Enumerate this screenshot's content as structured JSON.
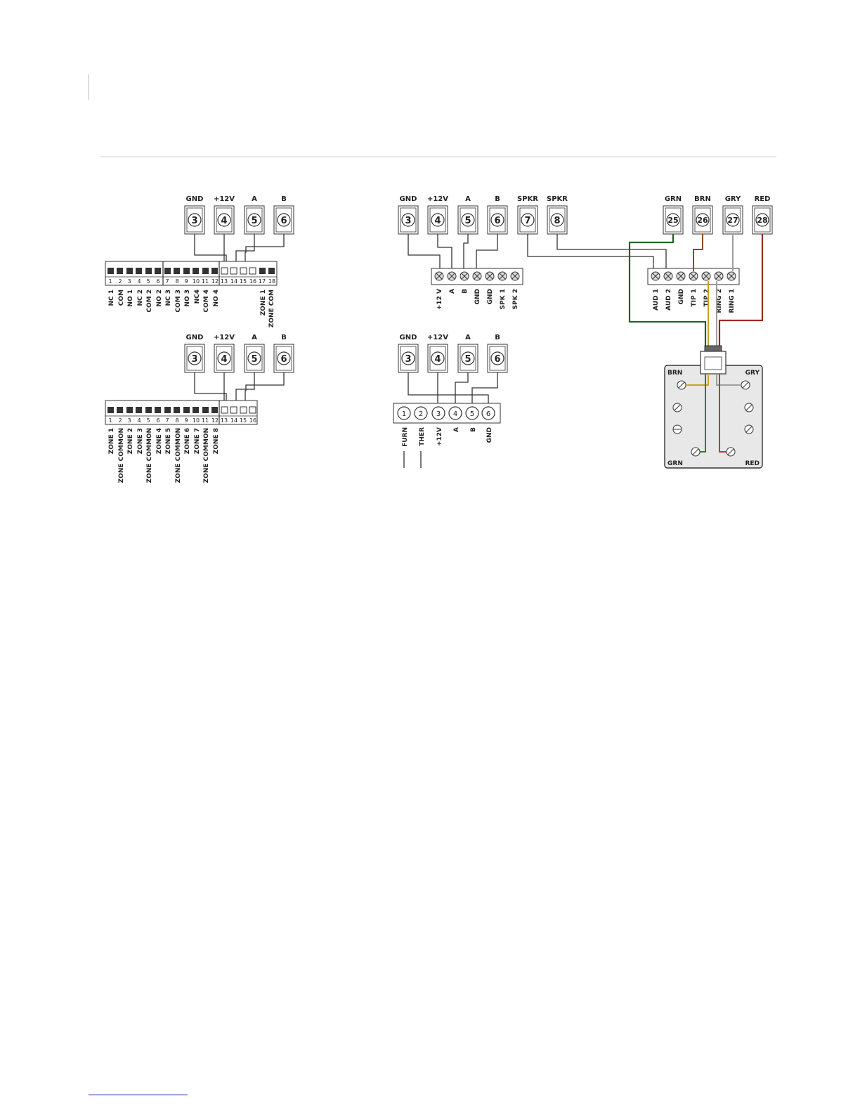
{
  "colors": {
    "wire": "#333333",
    "green": "#2e7d32",
    "brown": "#8d4a1e",
    "gray": "#9e9e9e",
    "red": "#d32f2f",
    "yellow": "#c9a227",
    "rule": "#c5cce0",
    "footer": "#3f51b5"
  },
  "top_left": {
    "panel_headers": [
      "GND",
      "+12V",
      "A",
      "B"
    ],
    "panel_numbers": [
      "3",
      "4",
      "5",
      "6"
    ],
    "strip_numbers": [
      "1",
      "2",
      "3",
      "4",
      "5",
      "6",
      "7",
      "8",
      "9",
      "10",
      "11",
      "12",
      "13",
      "14",
      "15",
      "16",
      "17",
      "18"
    ],
    "labels": [
      "NC 1",
      "COM",
      "NO 1",
      "NC 2",
      "COM 2",
      "NO 2",
      "NC 3",
      "COM 3",
      "NO 3",
      "NC4",
      "COM 4",
      "NO 4",
      "",
      "",
      "",
      "",
      "ZONE 1",
      "ZONE COM"
    ]
  },
  "bottom_left": {
    "panel_headers": [
      "GND",
      "+12V",
      "A",
      "B"
    ],
    "panel_numbers": [
      "3",
      "4",
      "5",
      "6"
    ],
    "strip_numbers": [
      "1",
      "2",
      "3",
      "4",
      "5",
      "6",
      "7",
      "8",
      "9",
      "10",
      "11",
      "12",
      "13",
      "14",
      "15",
      "16"
    ],
    "labels": [
      "ZONE 1",
      "ZONE COMMON",
      "ZONE 2",
      "ZONE 3",
      "ZONE COMMON",
      "ZONE 4",
      "ZONE 5",
      "ZONE COMMON",
      "ZONE 6",
      "ZONE 7",
      "ZONE COMMON",
      "ZONE 8"
    ]
  },
  "top_right": {
    "panel_headers": [
      "GND",
      "+12V",
      "A",
      "B",
      "SPKR",
      "SPKR",
      "GRN",
      "BRN",
      "GRY",
      "RED"
    ],
    "panel_numbers": [
      "3",
      "4",
      "5",
      "6",
      "7",
      "8",
      "25",
      "26",
      "27",
      "28"
    ],
    "module_labels": [
      "+12 V",
      "A",
      "B",
      "GND",
      "GND",
      "SPK 1",
      "SPK 2"
    ],
    "audio_labels": [
      "AUD 1",
      "AUD 2",
      "GND",
      "TIP 1",
      "TIP 2",
      "RING 2",
      "RING 1"
    ],
    "jack": {
      "brn": "BRN",
      "gry": "GRY",
      "grn": "GRN",
      "red": "RED"
    }
  },
  "bottom_right": {
    "panel_headers": [
      "GND",
      "+12V",
      "A",
      "B"
    ],
    "panel_numbers": [
      "3",
      "4",
      "5",
      "6"
    ],
    "strip_numbers": [
      "1",
      "2",
      "3",
      "4",
      "5",
      "6"
    ],
    "labels": [
      "FURN",
      "THER",
      "+12V",
      "A",
      "B",
      "GND"
    ]
  }
}
